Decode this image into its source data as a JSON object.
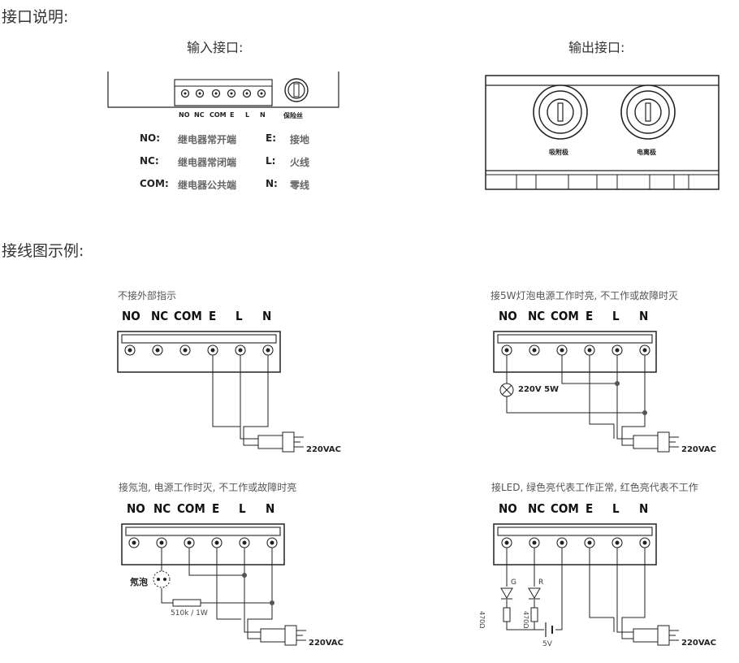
{
  "section_interface": "接口说明:",
  "input_title": "输入接口:",
  "output_title": "输出接口:",
  "input_terminals": [
    "NO",
    "NC",
    "COM",
    "E",
    "L",
    "N"
  ],
  "fuse_label": "保险丝",
  "legend": [
    {
      "key": "NO:",
      "desc": "继电器常开端",
      "key2": "E:",
      "desc2": "接地"
    },
    {
      "key": "NC:",
      "desc": "继电器常闭端",
      "key2": "L:",
      "desc2": "火线"
    },
    {
      "key": "COM:",
      "desc": "继电器公共端",
      "key2": "N:",
      "desc2": "零线"
    }
  ],
  "output_ports": [
    "吸附极",
    "电离极"
  ],
  "section_wiring": "接线图示例:",
  "wiring": [
    {
      "caption": "不接外部指示",
      "terminals": [
        "NO",
        "NC",
        "COM",
        "E",
        "L",
        "N"
      ],
      "power": "220VAC"
    },
    {
      "caption": "接5W灯泡电源工作时亮, 不工作或故障时灭",
      "terminals": [
        "NO",
        "NC",
        "COM",
        "E",
        "L",
        "N"
      ],
      "power": "220VAC",
      "lamp": "220V 5W"
    },
    {
      "caption": "接氖泡, 电源工作时灭, 不工作或故障时亮",
      "terminals": [
        "NO",
        "NC",
        "COM",
        "E",
        "L",
        "N"
      ],
      "power": "220VAC",
      "neon": "氖泡",
      "resistor": "510k / 1W"
    },
    {
      "caption": "接LED, 绿色亮代表工作正常, 红色亮代表不工作",
      "terminals": [
        "NO",
        "NC",
        "COM",
        "E",
        "L",
        "N"
      ],
      "power": "220VAC",
      "led_g": "G",
      "led_r": "R",
      "res_g": "470Ω",
      "res_r": "470Ω",
      "battery": "5V"
    }
  ]
}
